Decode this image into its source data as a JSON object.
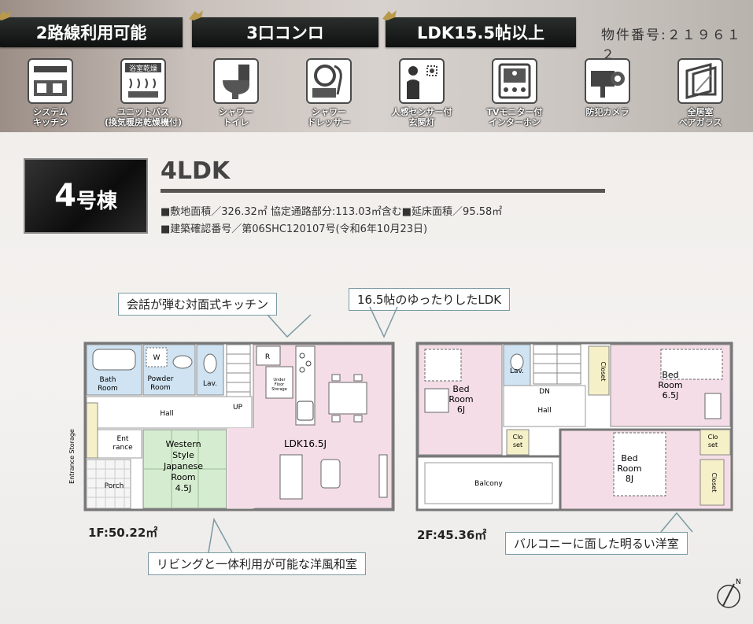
{
  "banners": [
    "2路線利用可能",
    "3口コンロ",
    "LDK15.5帖以上"
  ],
  "property_number": "物件番号:２１９６１２",
  "amenities": [
    {
      "label": "システム\nキッチン",
      "icon": "kitchen-icon"
    },
    {
      "label": "ユニットバス\n(換気暖房乾燥機付)",
      "icon": "bath-dryer-icon",
      "icon_text": "浴室乾燥"
    },
    {
      "label": "シャワー\nトイレ",
      "icon": "toilet-icon"
    },
    {
      "label": "シャワー\nドレッサー",
      "icon": "dresser-icon"
    },
    {
      "label": "人感センサー付\n玄関灯",
      "icon": "sensor-light-icon"
    },
    {
      "label": "TVモニター付\nインターホン",
      "icon": "intercom-icon"
    },
    {
      "label": "防犯カメラ",
      "icon": "camera-icon"
    },
    {
      "label": "全居室\nペアガラス",
      "icon": "pair-glass-icon"
    }
  ],
  "building": {
    "number": "4",
    "suffix": "号棟",
    "layout": "4LDK"
  },
  "specs": [
    "■敷地面積／326.32㎡ 協定通路部分:113.03㎡含む■延床面積／95.58㎡",
    "■建築確認番号／第06SHC120107号(令和6年10月23日)"
  ],
  "callouts": {
    "kitchen": "会話が弾む対面式キッチン",
    "ldk": "16.5帖のゆったりしたLDK",
    "washitsu": "リビングと一体利用が可能な洋風和室",
    "balcony": "バルコニーに面した明るい洋室"
  },
  "floor1": {
    "area_label": "1F:50.22㎡",
    "rooms": {
      "bath": "Bath\nRoom",
      "powder": "Powder\nRoom",
      "lav": "Lav.",
      "w": "W",
      "hall": "Hall",
      "up": "UP",
      "entrance": "Ent\nrance",
      "porch": "Porch",
      "storage": "Entrance Storage",
      "western": "Western\nStyle\nJapanese\nRoom\n4.5J",
      "ldk": "LDK16.5J",
      "r": "R",
      "underfloor": "Under\nFloor\nStorage"
    }
  },
  "floor2": {
    "area_label": "2F:45.36㎡",
    "rooms": {
      "bed6": "Bed\nRoom\n6J",
      "lav": "Lav.",
      "dn": "DN",
      "hall": "Hall",
      "closet_v": "Closet",
      "bed65": "Bed\nRoom\n6.5J",
      "closet1": "Clo\nset",
      "closet2": "Clo\nset",
      "bed8": "Bed\nRoom\n8J",
      "closet3": "Closet",
      "balcony": "Balcony"
    }
  },
  "compass": "N"
}
